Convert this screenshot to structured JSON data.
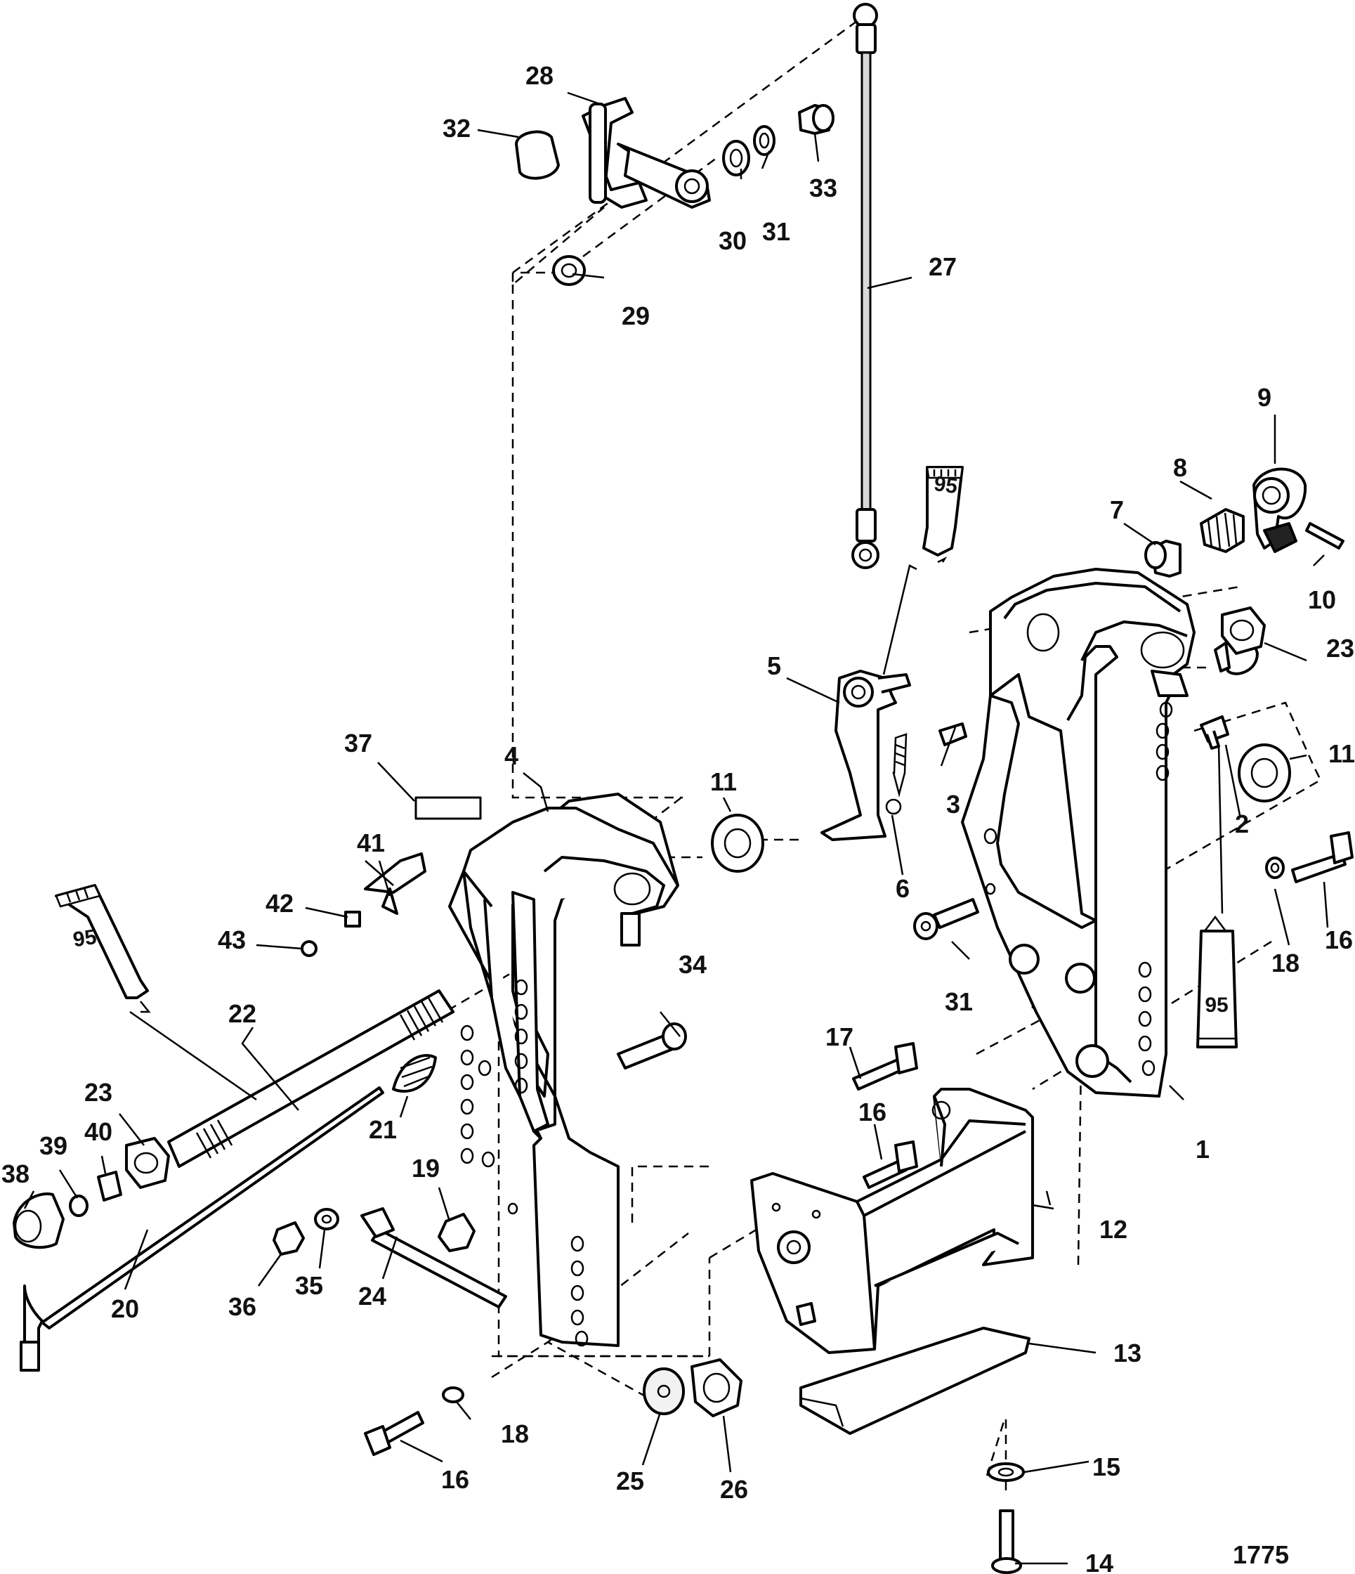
{
  "figure_number": "1775",
  "callouts": [
    "1",
    "2",
    "3",
    "4",
    "5",
    "6",
    "7",
    "8",
    "9",
    "10",
    "11",
    "11",
    "12",
    "13",
    "14",
    "15",
    "16",
    "16",
    "16",
    "17",
    "18",
    "18",
    "19",
    "20",
    "21",
    "22",
    "23",
    "23",
    "24",
    "25",
    "26",
    "27",
    "28",
    "29",
    "30",
    "31",
    "31",
    "32",
    "33",
    "34",
    "35",
    "36",
    "37",
    "38",
    "39",
    "40",
    "41",
    "42",
    "43"
  ],
  "lubricant_tubes": [
    "95",
    "95",
    "95"
  ]
}
